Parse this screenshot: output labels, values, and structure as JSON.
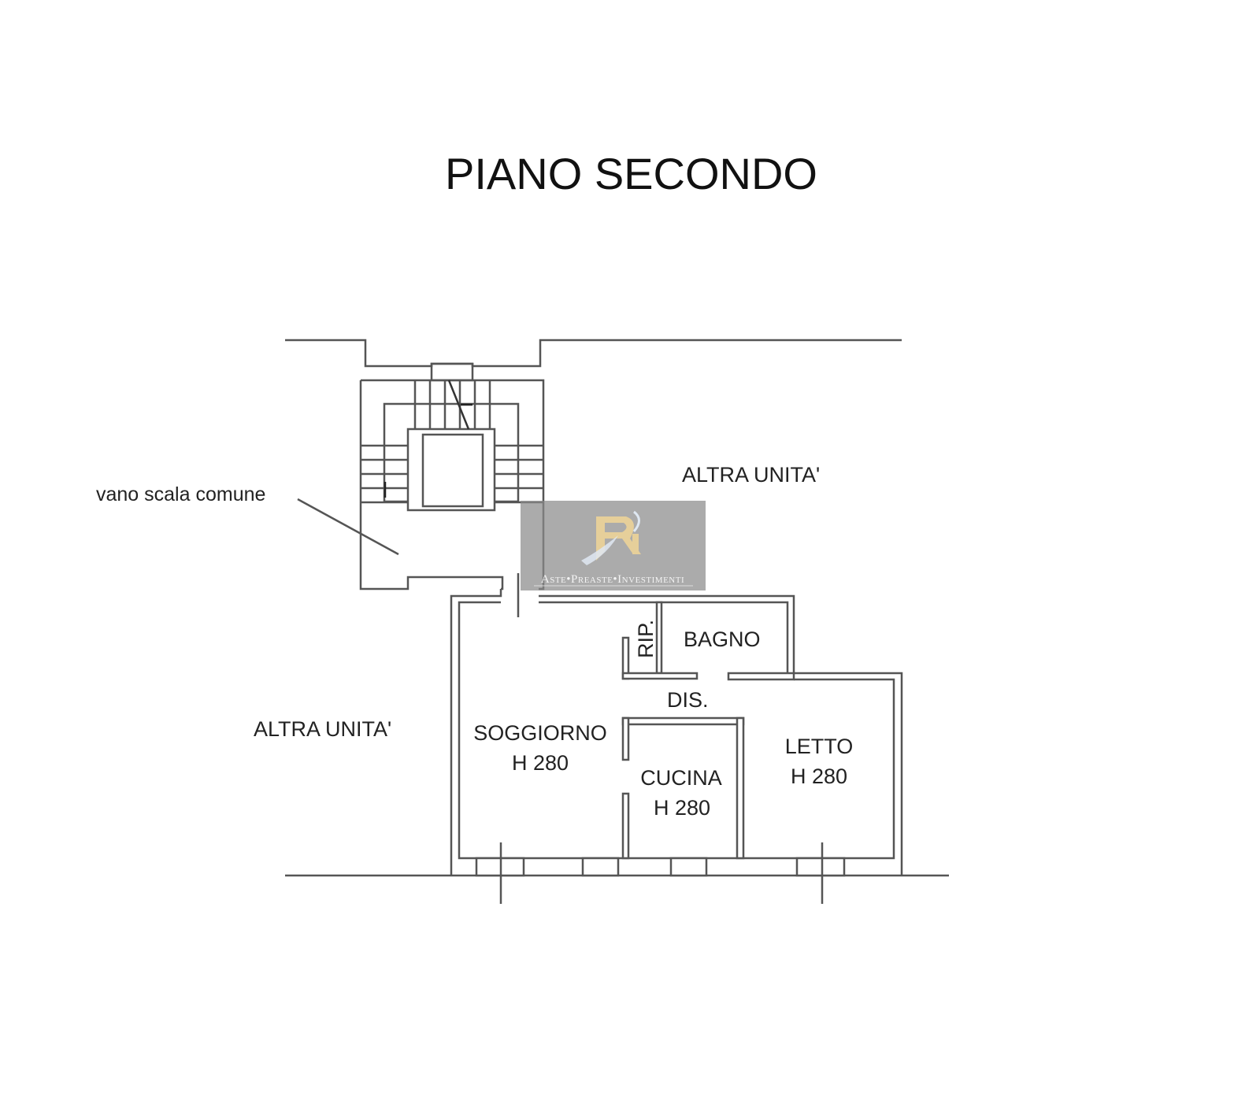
{
  "title": "PIANO SECONDO",
  "labels": {
    "stair": "vano scala comune",
    "other_unit_top": "ALTRA UNITA'",
    "other_unit_left": "ALTRA UNITA'",
    "storage": "RIP.",
    "bathroom": "BAGNO",
    "hall": "DIS.",
    "living": "SOGGIORNO",
    "living_h": "H 280",
    "kitchen": "CUCINA",
    "kitchen_h": "H 280",
    "bedroom": "LETTO",
    "bedroom_h": "H 280"
  },
  "watermark": {
    "text": "Aste•Preaste•Investimenti",
    "logo_letters": "RI",
    "colors": {
      "gold": "#e6cf9a",
      "overlay": "#8a8a8a"
    }
  }
}
